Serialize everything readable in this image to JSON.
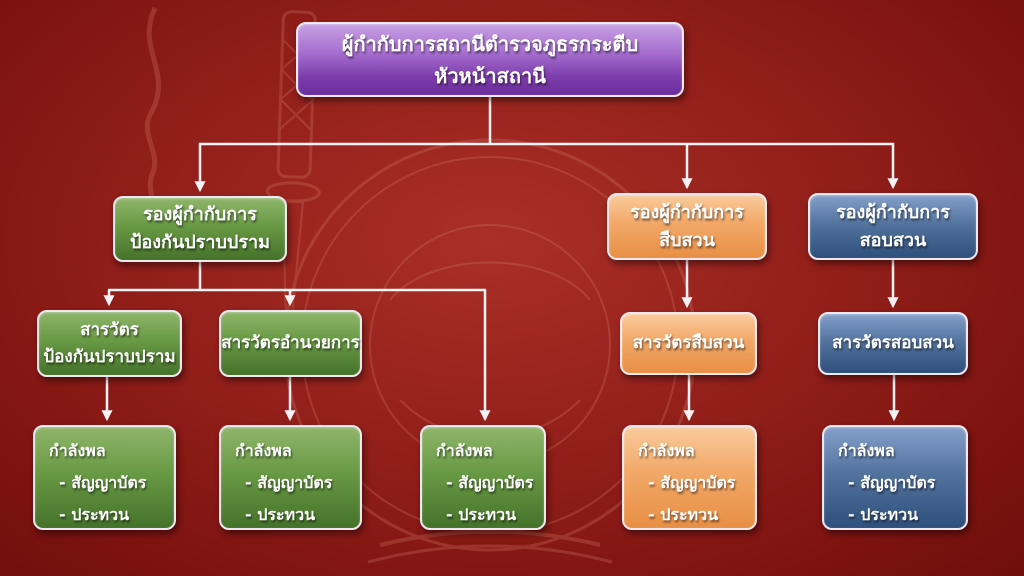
{
  "background": {
    "base_color": "#8e1b17",
    "watermark_color": "#cf7663"
  },
  "org_chart": {
    "root": {
      "id": "superintendent",
      "line1": "ผู้กำกับการสถานีตำรวจภูธรกระตีบ",
      "line2": "หัวหน้าสถานี",
      "color": "#8a4bb5"
    },
    "deputies": [
      {
        "id": "deputy-prevention-suppression",
        "line1": "รองผู้กำกับการ",
        "line2": "ป้องกันปราบปราม",
        "color": "#5d8f3f"
      },
      {
        "id": "deputy-investigation",
        "line1": "รองผู้กำกับการ",
        "line2": "สืบสวน",
        "color": "#f2a868"
      },
      {
        "id": "deputy-interrogation",
        "line1": "รองผู้กำกับการ",
        "line2": "สอบสวน",
        "color": "#54749f"
      }
    ],
    "inspectors": [
      {
        "id": "inspector-prevention-suppression",
        "line1": "สารวัตร",
        "line2": "ป้องกันปราบปราม",
        "color": "#5d8f3f"
      },
      {
        "id": "inspector-administration",
        "line1": "สารวัตรอำนวยการ",
        "color": "#5d8f3f"
      },
      {
        "id": "inspector-investigation",
        "line1": "สารวัตรสืบสวน",
        "color": "#f2a868"
      },
      {
        "id": "inspector-interrogation",
        "line1": "สารวัตรสอบสวน",
        "color": "#54749f"
      }
    ],
    "personnel_box": {
      "title": "กำลังพล",
      "items": [
        "- สัญญาบัตร",
        "- ประทวน"
      ]
    }
  }
}
